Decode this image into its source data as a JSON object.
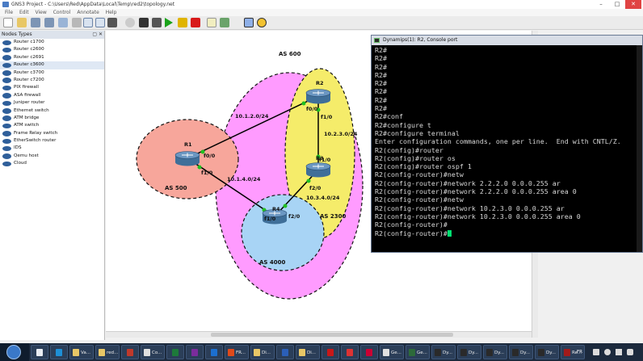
{
  "window": {
    "title": "GNS3 Project - C:\\Users\\Red\\AppData\\Local\\Temp\\red2\\topology.net"
  },
  "menu": [
    "File",
    "Edit",
    "View",
    "Control",
    "Annotate",
    "Help"
  ],
  "window_controls": {
    "minimize": "–",
    "maximize": "□",
    "close": "✕"
  },
  "toolbar": {
    "buttons": [
      "new-icon",
      "open-icon",
      "save-icon",
      "save-as-icon",
      "snapshot-icon",
      "export-icon",
      "show-names-icon",
      "show-interfaces-icon",
      "add-link-icon",
      "history-icon",
      "console-icon",
      "telnet-all-icon",
      "start-icon",
      "suspend-icon",
      "stop-icon",
      "note-icon",
      "image-icon",
      "rectangle-icon",
      "ellipse-icon"
    ],
    "colors": {
      "start": "#1aa31a",
      "suspend": "#e0b400",
      "stop": "#d81a1a"
    }
  },
  "nodes_dock": {
    "title": "Nodes Types",
    "controls": "▢ ✕",
    "items": [
      "Router c1700",
      "Router c2600",
      "Router c2691",
      "Router c3600",
      "Router c3700",
      "Router c7200",
      "PIX firewall",
      "ASA firewall",
      "Juniper router",
      "Ethernet switch",
      "ATM bridge",
      "ATM switch",
      "Frame Relay switch",
      "EtherSwitch router",
      "IDS",
      "Qemu host",
      "Cloud"
    ],
    "selected_index": 3
  },
  "topology": {
    "areas": [
      {
        "label": "AS 600",
        "color": "#ff9bff"
      },
      {
        "label": "AS 2300",
        "color": "#f5ec6a"
      },
      {
        "label": "AS 500",
        "color": "#f7a69b"
      },
      {
        "label": "AS 4000",
        "color": "#a8d4f5"
      }
    ],
    "routers": [
      "R1",
      "R2",
      "R3",
      "R4"
    ],
    "links": [
      "10.1.2.0/24",
      "10.2.3.0/24",
      "10.3.4.0/24",
      "10.1.4.0/24"
    ],
    "interfaces": [
      "f0/0",
      "f1/0",
      "f0/0",
      "f1/0",
      "f1/0",
      "f2/0",
      "f1/0",
      "f2/0"
    ]
  },
  "console": {
    "title": "Dynamips(1): R2, Console port",
    "lines": [
      "R2#",
      "R2#",
      "R2#",
      "R2#",
      "R2#",
      "R2#",
      "R2#",
      "R2#",
      "R2#conf",
      "R2#configure t",
      "R2#configure terminal",
      "Enter configuration commands, one per line.  End with CNTL/Z.",
      "R2(config)#router",
      "R2(config)#router os",
      "R2(config)#router ospf 1",
      "R2(config-router)#netw",
      "R2(config-router)#network 2.2.2.0 0.0.0.255 ar",
      "R2(config-router)#network 2.2.2.0 0.0.0.255 area 0",
      "R2(config-router)#netw",
      "R2(config-router)#network 10.2.3.0 0.0.0.255 ar",
      "R2(config-router)#network 10.2.3.0 0.0.0.255 area 0",
      "R2(config-router)#"
    ],
    "prompt": "R2(config-router)#"
  },
  "taskbar": {
    "tasks": [
      {
        "label": "",
        "color": "#e9edf3"
      },
      {
        "label": "",
        "color": "#1e8fd6"
      },
      {
        "label": "Va...",
        "color": "#e8c766"
      },
      {
        "label": "red...",
        "color": "#e8c766"
      },
      {
        "label": "",
        "color": "#c0392b"
      },
      {
        "label": "Co...",
        "color": "#e0e0e0"
      },
      {
        "label": "",
        "color": "#1d7a3a"
      },
      {
        "label": "",
        "color": "#7b2c9c"
      },
      {
        "label": "",
        "color": "#1c6fcf"
      },
      {
        "label": "FR...",
        "color": "#e04a1a"
      },
      {
        "label": "Di...",
        "color": "#e8c766"
      },
      {
        "label": "",
        "color": "#2b5fb8"
      },
      {
        "label": "Di...",
        "color": "#e8c766"
      },
      {
        "label": "",
        "color": "#c81818"
      },
      {
        "label": "",
        "color": "#d33"
      },
      {
        "label": "",
        "color": "#c03"
      },
      {
        "label": "Ge...",
        "color": "#e0e0e0"
      },
      {
        "label": "Ge...",
        "color": "#2d6a3a"
      },
      {
        "label": "Dy...",
        "color": "#2a2a2a"
      },
      {
        "label": "Dy...",
        "color": "#2a2a2a"
      },
      {
        "label": "Dy...",
        "color": "#2a2a2a"
      },
      {
        "label": "Dy...",
        "color": "#2a2a2a"
      },
      {
        "label": "Dy...",
        "color": "#2a2a2a"
      },
      {
        "label": "Re...",
        "color": "#a21b1b"
      }
    ],
    "tray": {
      "language": "FR"
    }
  }
}
